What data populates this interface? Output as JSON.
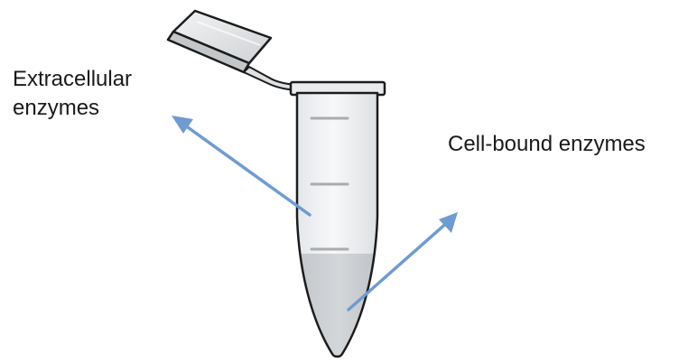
{
  "labels": {
    "extracellular_line1": "Extracellular",
    "extracellular_line2": "enzymes",
    "cell_bound": "Cell-bound enzymes"
  },
  "colors": {
    "arrow": "#6f9bd0",
    "tube_outline": "#1c1c1c",
    "tube_fill": "#eef0f2",
    "pellet_fill": "#c9ccd0",
    "graduation": "#a9abae"
  },
  "icons": {
    "tube": "microcentrifuge-tube-icon"
  }
}
